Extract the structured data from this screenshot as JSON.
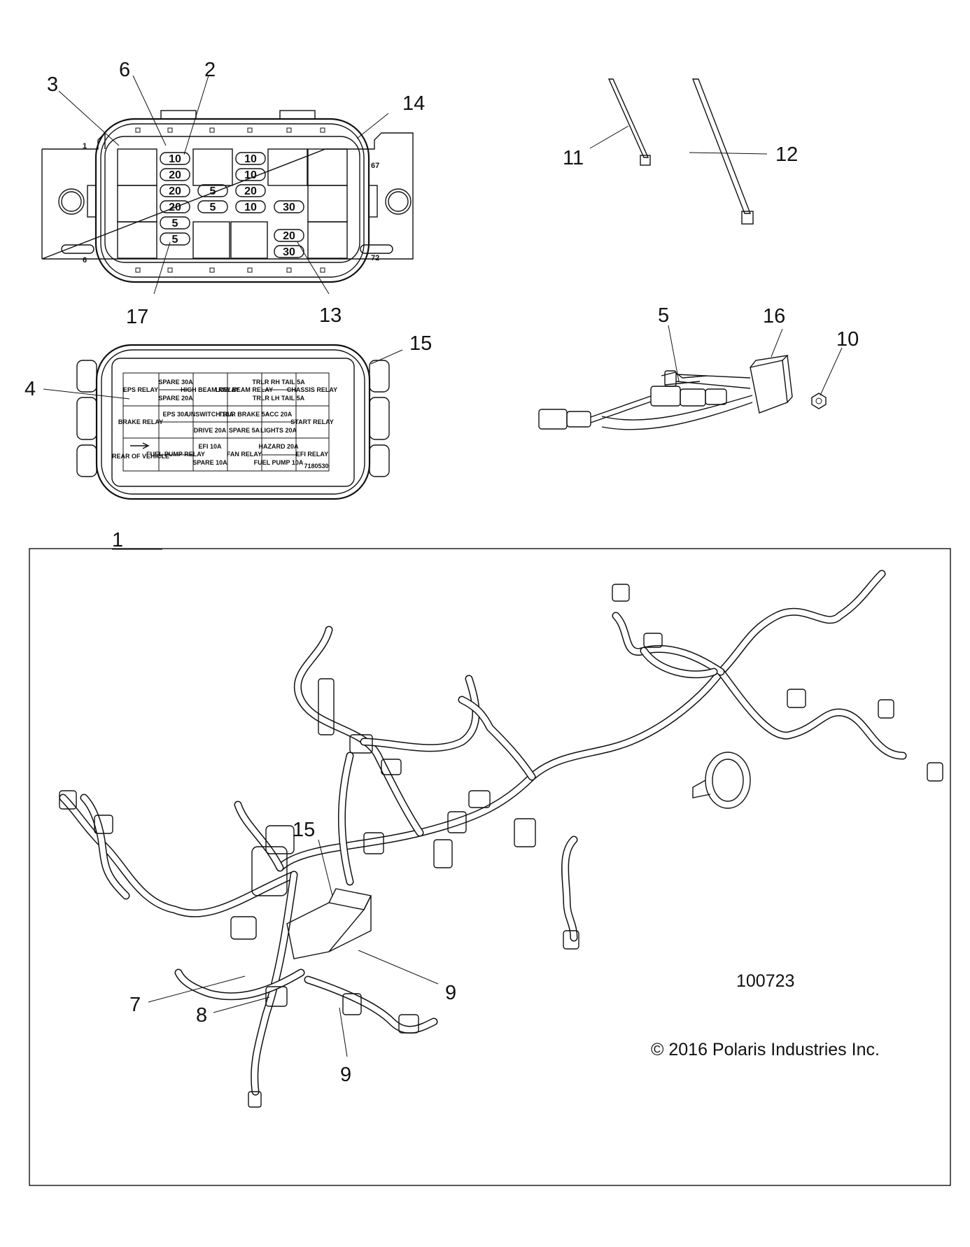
{
  "diagram": {
    "reference_number": "100723",
    "copyright": "© 2016 Polaris Industries Inc.",
    "callouts": [
      "1",
      "2",
      "3",
      "4",
      "5",
      "6",
      "7",
      "8",
      "9",
      "9",
      "10",
      "11",
      "12",
      "13",
      "14",
      "15",
      "15",
      "16",
      "17"
    ],
    "fuse_box_top": {
      "side_numbers": {
        "top_left": "1",
        "top_right": "67",
        "bottom_left": "6",
        "bottom_right": "72"
      },
      "fuse_values": [
        "10",
        "20",
        "20",
        "20",
        "5",
        "5",
        "5",
        "5",
        "10",
        "10",
        "20",
        "10",
        "30",
        "20",
        "30"
      ]
    },
    "fuse_box_cover": {
      "part_number": "7180530",
      "cells": {
        "eps_relay": "EPS RELAY",
        "spare_30a": "SPARE 30A",
        "spare_20a": "SPARE 20A",
        "high_beam_relay": "HIGH BEAM RELAY",
        "low_beam_relay": "LOW BEAM RELAY",
        "trlr_rh_tail": "TRLR RH TAIL 5A",
        "trlr_lh_tail": "TRLR LH TAIL 5A",
        "chassis_relay": "CHASSIS RELAY",
        "brake_relay": "BRAKE RELAY",
        "eps_30a": "EPS 30A",
        "unswitch_10a": "UNSWITCH 10A",
        "trlr_brake_5a": "TRLR BRAKE 5A",
        "acc_20a": "ACC 20A",
        "start_relay": "START RELAY",
        "drive_20a": "DRIVE 20A",
        "spare_5a": "SPARE 5A",
        "lights_20a": "LIGHTS 20A",
        "rear_of_vehicle": "REAR OF VEHICLE",
        "fuel_pump_relay": "FUEL PUMP RELAY",
        "efi_10a": "EFI 10A",
        "fan_relay": "FAN RELAY",
        "hazard_20a": "HAZARD 20A",
        "efi_relay": "EFI RELAY",
        "spare_10a": "SPARE 10A",
        "fuel_pump_10a": "FUEL PUMP 10A"
      }
    }
  }
}
